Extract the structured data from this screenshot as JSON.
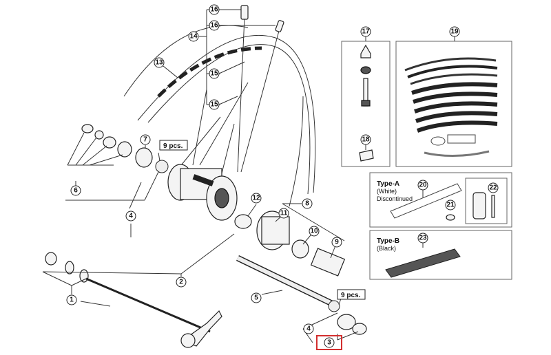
{
  "callouts": {
    "c1": "1",
    "c2": "2",
    "c3": "3",
    "c4a": "4",
    "c4b": "4",
    "c5": "5",
    "c6": "6",
    "c7": "7",
    "c8": "8",
    "c9": "9",
    "c10": "10",
    "c11": "11",
    "c12": "12",
    "c13": "13",
    "c14": "14",
    "c15a": "15",
    "c15b": "15",
    "c16a": "16",
    "c16b": "16",
    "c17": "17",
    "c18": "18",
    "c19": "19",
    "c20": "20",
    "c21": "21",
    "c22": "22",
    "c23": "23"
  },
  "pcs_label_top": "9 pcs.",
  "pcs_label_bottom": "9 pcs.",
  "type_a": {
    "title": "Type-A",
    "line1": "(White)",
    "line2": "Discontinued"
  },
  "type_b": {
    "title": "Type-B",
    "line1": "(Black)"
  },
  "highlight_color": "#d32f2f"
}
